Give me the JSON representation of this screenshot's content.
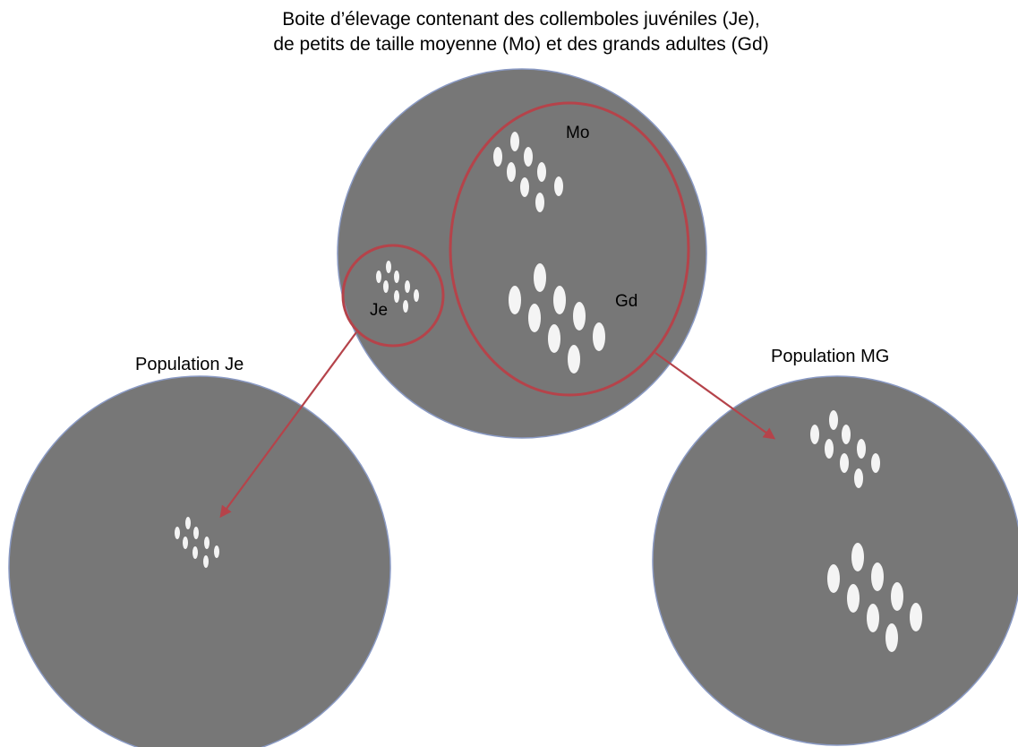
{
  "title": {
    "line1": "Boite d’élevage contenant des collemboles juvéniles (Je),",
    "line2": "de petits de taille moyenne (Mo) et des grands adultes (Gd)"
  },
  "labels": {
    "mo": "Mo",
    "gd": "Gd",
    "je": "Je"
  },
  "populations": {
    "je_title": "Population Je",
    "mg_title": "Population MG"
  },
  "colors": {
    "dish": "#777777",
    "dish_border": "#8a9ac4",
    "selection": "#b5434a",
    "arrow": "#b5434a",
    "springtail": "#f4f4f4"
  },
  "icons": {
    "springtail": "ellipse",
    "arrow": "arrow-with-triangle-head"
  }
}
